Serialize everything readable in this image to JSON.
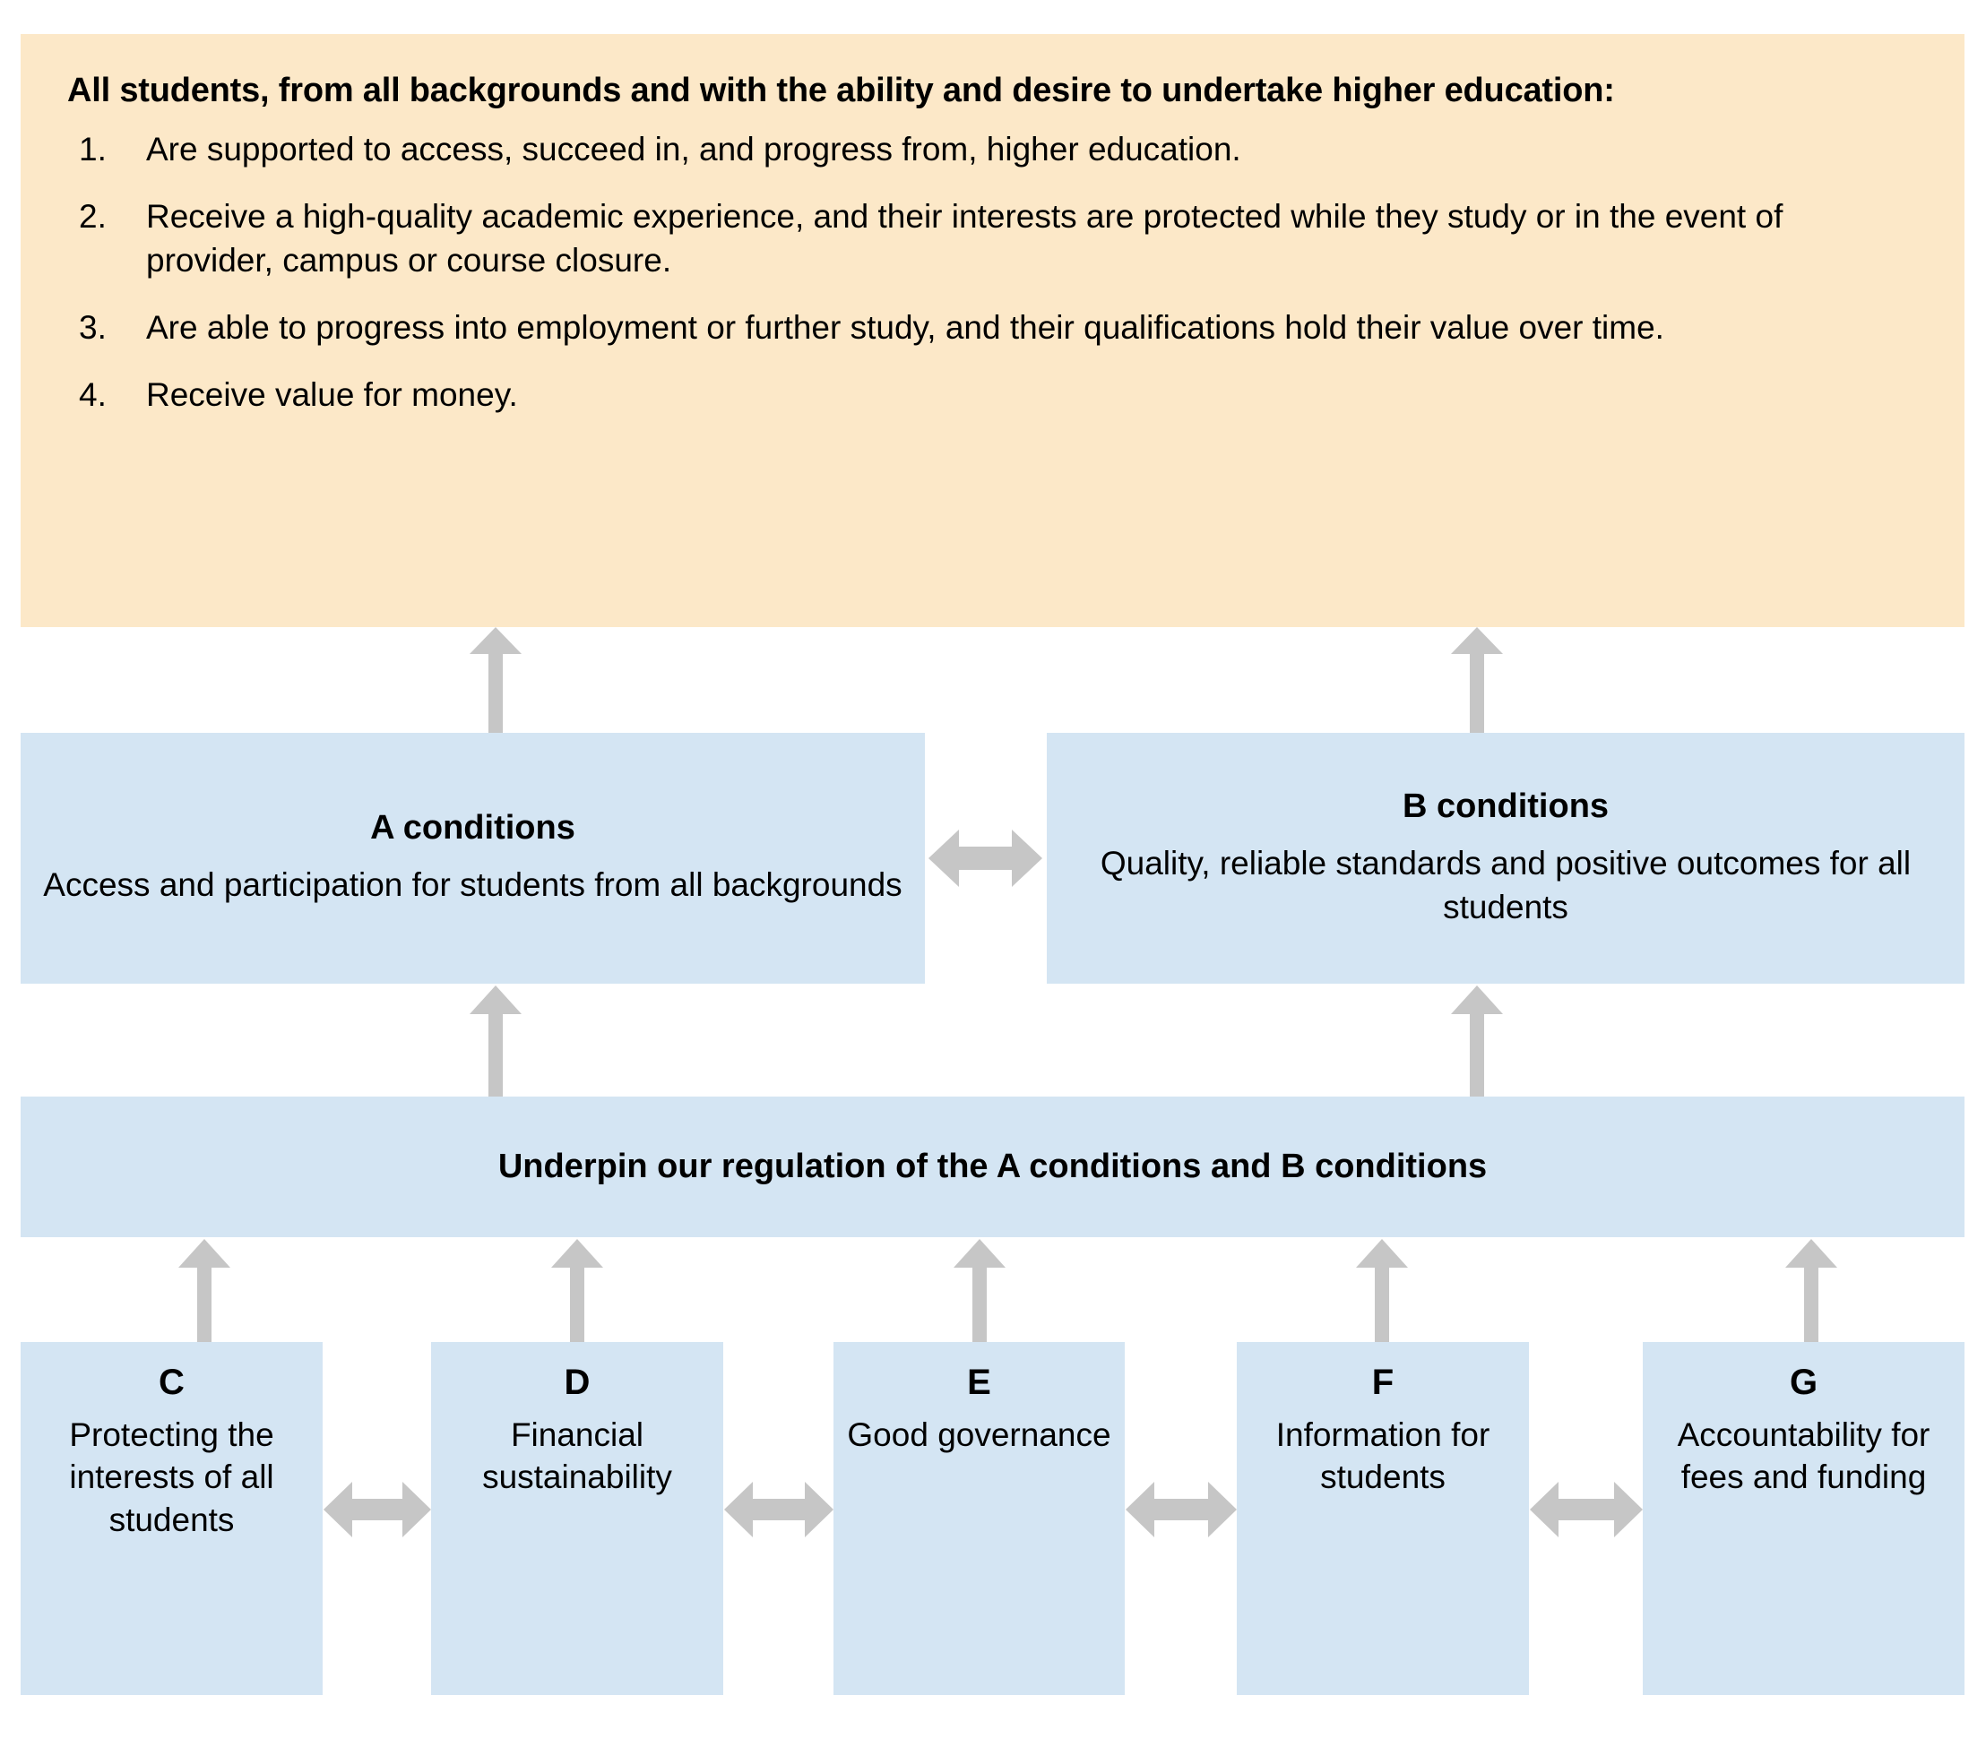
{
  "colors": {
    "panel_bg": "#fce8c8",
    "box_bg": "#d4e5f3",
    "arrow": "#c6c6c6",
    "text": "#000000",
    "page_bg": "#ffffff"
  },
  "outcomes": {
    "heading": "All students, from all backgrounds and with the ability and desire to undertake higher education:",
    "items": [
      {
        "num": "1.",
        "text": "Are supported to access, succeed in, and progress from, higher education."
      },
      {
        "num": "2.",
        "text": "Receive a high-quality academic experience, and their interests are protected while they study or in the event of provider, campus or course closure."
      },
      {
        "num": "3.",
        "text": "Are able to progress into employment or further study, and their qualifications hold their value over time."
      },
      {
        "num": "4.",
        "text": "Receive value for money."
      }
    ]
  },
  "conditions": [
    {
      "id": "A",
      "title": "A conditions",
      "description": "Access and participation for students from all backgrounds"
    },
    {
      "id": "B",
      "title": "B conditions",
      "description": "Quality, reliable standards and positive outcomes for all students"
    }
  ],
  "underpin": {
    "text": "Underpin our regulation of the A conditions and B conditions"
  },
  "sub_conditions": [
    {
      "letter": "C",
      "label": "Protecting the interests of all students"
    },
    {
      "letter": "D",
      "label": "Financial sustainability"
    },
    {
      "letter": "E",
      "label": "Good governance"
    },
    {
      "letter": "F",
      "label": "Information for students"
    },
    {
      "letter": "G",
      "label": "Accountability for fees and funding"
    }
  ],
  "arrows": {
    "up_to_outcomes": [
      {
        "name": "arrow-a-to-outcomes"
      },
      {
        "name": "arrow-b-to-outcomes"
      }
    ],
    "up_to_conditions": [
      {
        "name": "arrow-underpin-to-a"
      },
      {
        "name": "arrow-underpin-to-b"
      }
    ],
    "up_to_underpin": [
      {
        "name": "arrow-c-to-underpin"
      },
      {
        "name": "arrow-d-to-underpin"
      },
      {
        "name": "arrow-e-to-underpin"
      },
      {
        "name": "arrow-f-to-underpin"
      },
      {
        "name": "arrow-g-to-underpin"
      }
    ],
    "bidirectional": [
      {
        "name": "arrow-a-b"
      },
      {
        "name": "arrow-c-d"
      },
      {
        "name": "arrow-d-e"
      },
      {
        "name": "arrow-e-f"
      },
      {
        "name": "arrow-f-g"
      }
    ]
  }
}
